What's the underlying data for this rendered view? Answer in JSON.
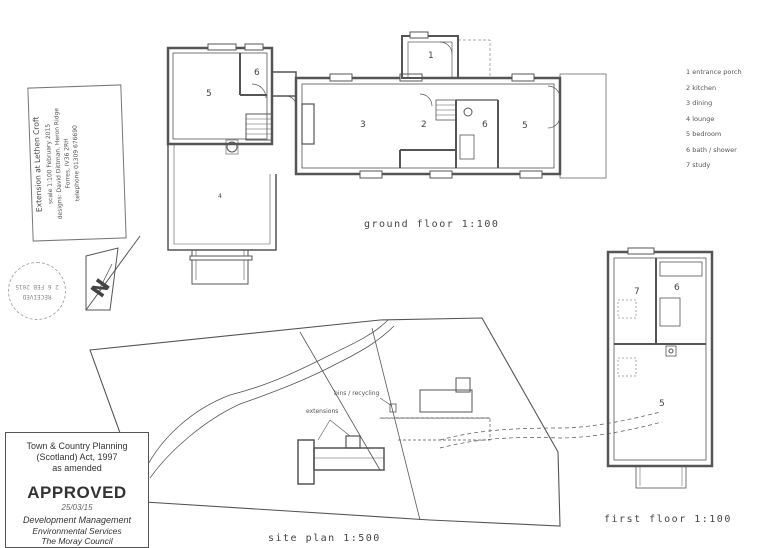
{
  "titleblock": {
    "project": "Extension at Lethen Croft",
    "scale_date": "scale 1:100    February 2015",
    "designer": "designs: David Dittman, Heron Ridge",
    "address": "Forres, IV36 2RH",
    "telephone": "telephone 01309 676690"
  },
  "date_stamp": {
    "line1": "2 6 FEB 2015",
    "line2": "RECEIVED"
  },
  "north": {
    "letter": "N"
  },
  "legend": [
    "1 entrance porch",
    "2 kitchen",
    "3 dining",
    "4 lounge",
    "5 bedroom",
    "6 bath / shower",
    "7 study"
  ],
  "ground_floor": {
    "title": "ground floor 1:100",
    "rooms": {
      "r1": "1",
      "r2": "2",
      "r3": "3",
      "r4": "4",
      "r5_left": "5",
      "r5_right": "5",
      "r6_left": "6",
      "r6_right": "6"
    }
  },
  "first_floor": {
    "title": "first floor 1:100",
    "rooms": {
      "r7": "7",
      "r6": "6",
      "r5": "5"
    }
  },
  "site_plan": {
    "title": "site plan 1:500",
    "label_bins": "bins / recycling",
    "label_extensions": "extensions"
  },
  "approval_stamp": {
    "line1": "Town & Country Planning",
    "line2": "(Scotland) Act, 1997",
    "line3": "as amended",
    "approved": "APPROVED",
    "date": "25/03/15",
    "dept1": "Development Management",
    "dept2": "Environmental Services",
    "council": "The Moray Council"
  }
}
